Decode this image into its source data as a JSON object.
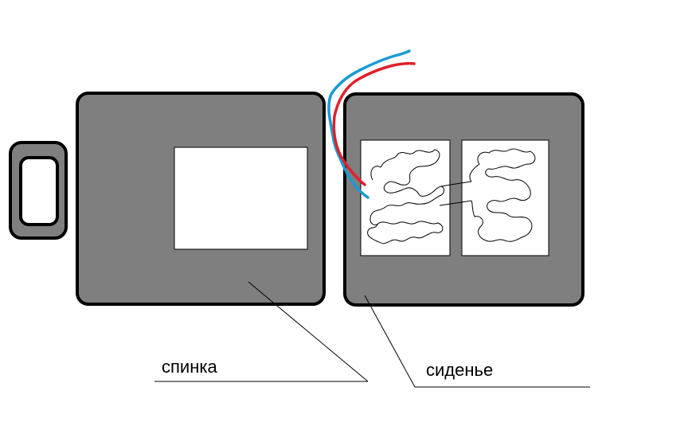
{
  "labels": {
    "back": "спинка",
    "seat": "сиденье"
  },
  "colors": {
    "panel_fill": "#7f7f7f",
    "outline": "#000000",
    "pad": "#ffffff",
    "wire_blue": "#1a9ad6",
    "wire_red": "#e0202a"
  },
  "parts": {
    "connector": "connector-plug",
    "back_panel": "back-panel",
    "seat_panel": "seat-panel",
    "heating_pads": 2,
    "wires": [
      "blue",
      "red"
    ]
  }
}
